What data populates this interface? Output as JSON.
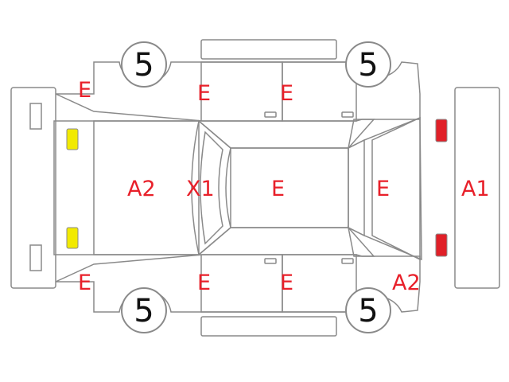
{
  "colors": {
    "outline": "#8a8a8a",
    "label": "#e8202a",
    "front_lamp": "#f2ea00",
    "rear_lamp": "#e02028"
  },
  "tires": {
    "front_left": "5",
    "rear_left": "5",
    "front_right": "5",
    "rear_right": "5"
  },
  "panels": {
    "fender_front_left": "E",
    "door_front_left": "E",
    "door_rear_left": "E",
    "hood": "A2",
    "windshield": "X1",
    "roof": "E",
    "rear_glass": "E",
    "rear_bumper": "A1",
    "fender_front_right": "E",
    "door_front_right": "E",
    "door_rear_right": "E",
    "quarter_rear_right": "A2"
  }
}
